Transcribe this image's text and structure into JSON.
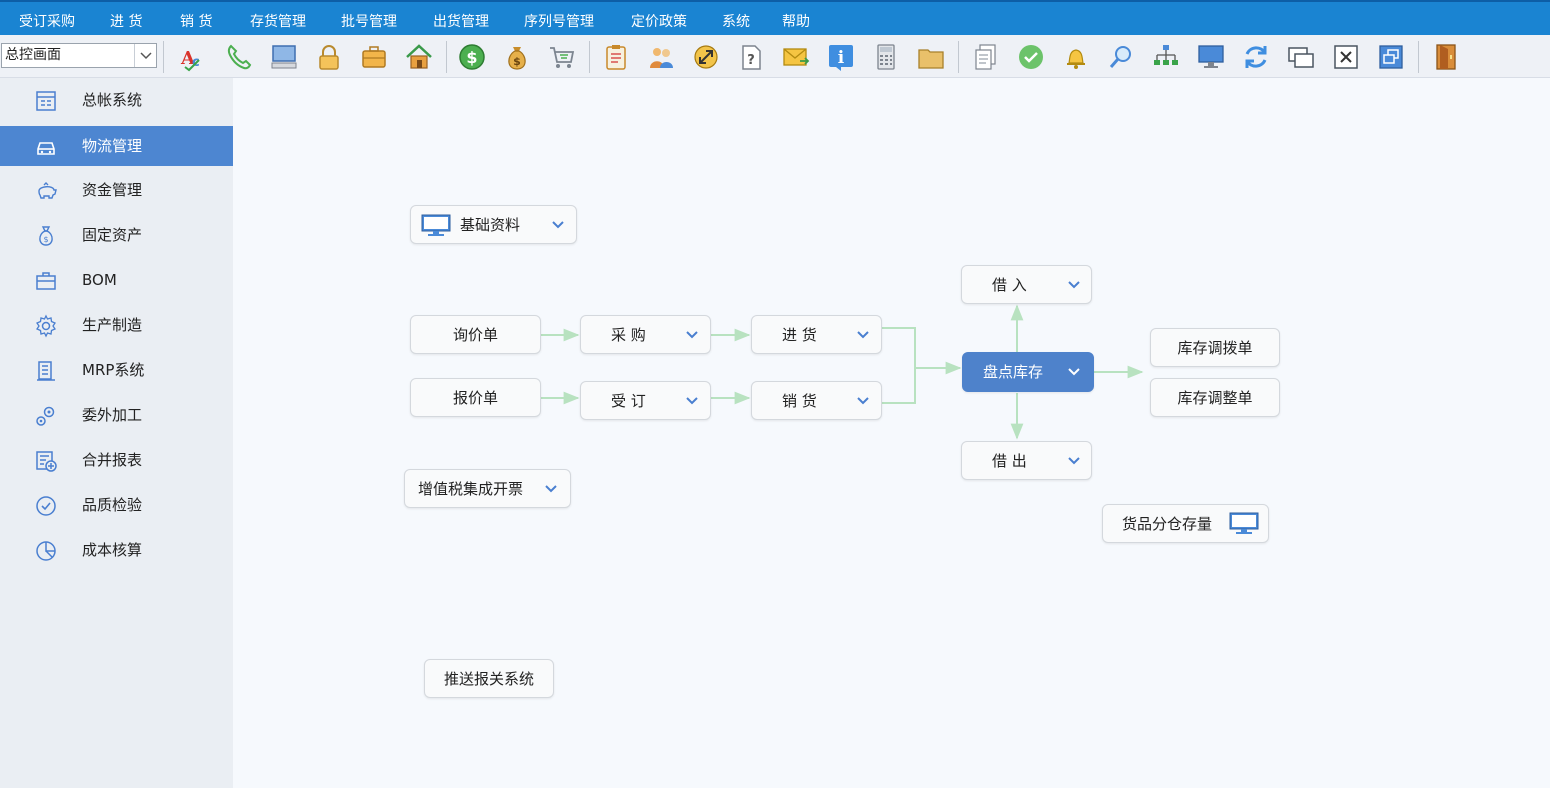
{
  "menubar": {
    "items": [
      {
        "label": "受订采购"
      },
      {
        "label": "进 货"
      },
      {
        "label": "销 货"
      },
      {
        "label": "存货管理"
      },
      {
        "label": "批号管理"
      },
      {
        "label": "出货管理"
      },
      {
        "label": "序列号管理"
      },
      {
        "label": "定价政策"
      },
      {
        "label": "系统"
      },
      {
        "label": "帮助"
      }
    ]
  },
  "toolbar": {
    "view_select": {
      "value": "总控画面"
    },
    "icons": [
      "spell-check-icon",
      "phone-icon",
      "computer-icon",
      "lock-icon",
      "briefcase-icon",
      "home-icon",
      "dollar-coin-icon",
      "money-bag-icon",
      "shopping-cart-icon",
      "clipboard-icon",
      "users-icon",
      "exchange-icon",
      "help-document-icon",
      "mail-icon",
      "info-icon",
      "calculator-icon",
      "folder-icon",
      "documents-icon",
      "check-circle-icon",
      "bell-icon",
      "search-icon",
      "org-chart-icon",
      "monitor-icon",
      "refresh-icon",
      "windows-icon",
      "close-window-icon",
      "restore-window-icon",
      "exit-door-icon"
    ]
  },
  "sidebar": {
    "items": [
      {
        "label": "总帐系统",
        "icon": "ledger-icon"
      },
      {
        "label": "物流管理",
        "icon": "car-icon",
        "active": true
      },
      {
        "label": "资金管理",
        "icon": "piggy-bank-icon"
      },
      {
        "label": "固定资产",
        "icon": "money-bag-icon"
      },
      {
        "label": "BOM",
        "icon": "toolbox-icon"
      },
      {
        "label": "生产制造",
        "icon": "gear-icon"
      },
      {
        "label": "MRP系统",
        "icon": "building-icon"
      },
      {
        "label": "委外加工",
        "icon": "gears-icon"
      },
      {
        "label": "合并报表",
        "icon": "report-add-icon"
      },
      {
        "label": "品质检验",
        "icon": "check-circle-icon"
      },
      {
        "label": "成本核算",
        "icon": "pie-chart-icon"
      }
    ]
  },
  "flow": {
    "basic_data": "基础资料",
    "inquiry": "询价单",
    "quote": "报价单",
    "purchase": "采 购",
    "order": "受 订",
    "stock_in": "进 货",
    "sales": "销 货",
    "inventory": "盘点库存",
    "borrow_in": "借 入",
    "borrow_out": "借 出",
    "transfer": "库存调拨单",
    "adjust": "库存调整单",
    "vat": "增值税集成开票",
    "warehouse_qty": "货品分仓存量",
    "customs": "推送报关系统"
  },
  "colors": {
    "menubar": "#1a84d2",
    "accent": "#4e82cb",
    "sidebar_active": "#4d86d1",
    "flow_line": "#b8e2c0",
    "chevron": "#4a7fd0"
  }
}
